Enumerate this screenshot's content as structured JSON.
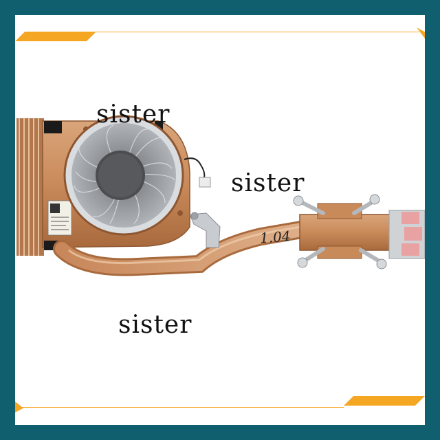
{
  "watermarks": [
    "sister",
    "sister",
    "sister"
  ],
  "product": {
    "subject": "laptop-cpu-cooling-fan-heatsink",
    "label_mark": "1.04"
  },
  "colors": {
    "frame": "#0f5f6e",
    "accent": "#f5a623",
    "copper": "#c98a5a",
    "copper_dark": "#a86a3d",
    "fan_blade": "#8a8e92",
    "thermal_pad": "#e8a2a2"
  }
}
